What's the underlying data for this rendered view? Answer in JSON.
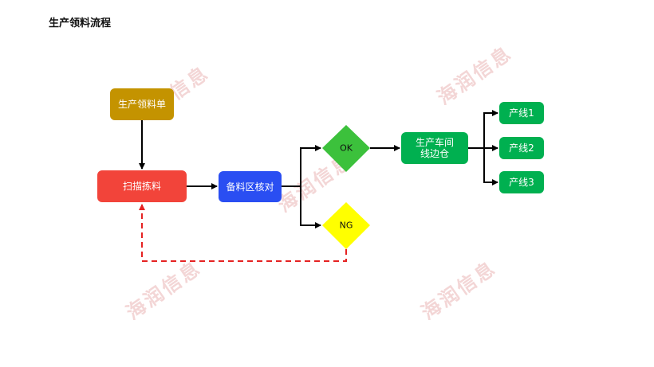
{
  "title": "生产领料流程",
  "watermark": "海润信息",
  "nodes": {
    "requisition": "生产领料单",
    "scan_pick": "扫描拣料",
    "check": "备料区核对",
    "ok": "OK",
    "ng": "NG",
    "workshop_line1": "生产车间",
    "workshop_line2": "线边仓",
    "line1": "产线1",
    "line2": "产线2",
    "line3": "产线3"
  },
  "colors": {
    "requisition": "#c49300",
    "scan_pick": "#f2443a",
    "check": "#2a4ef2",
    "ok": "#3cc13c",
    "ng": "#ffff00",
    "workshop": "#00b050",
    "line": "#00b050",
    "ng_return": "#e52222"
  }
}
